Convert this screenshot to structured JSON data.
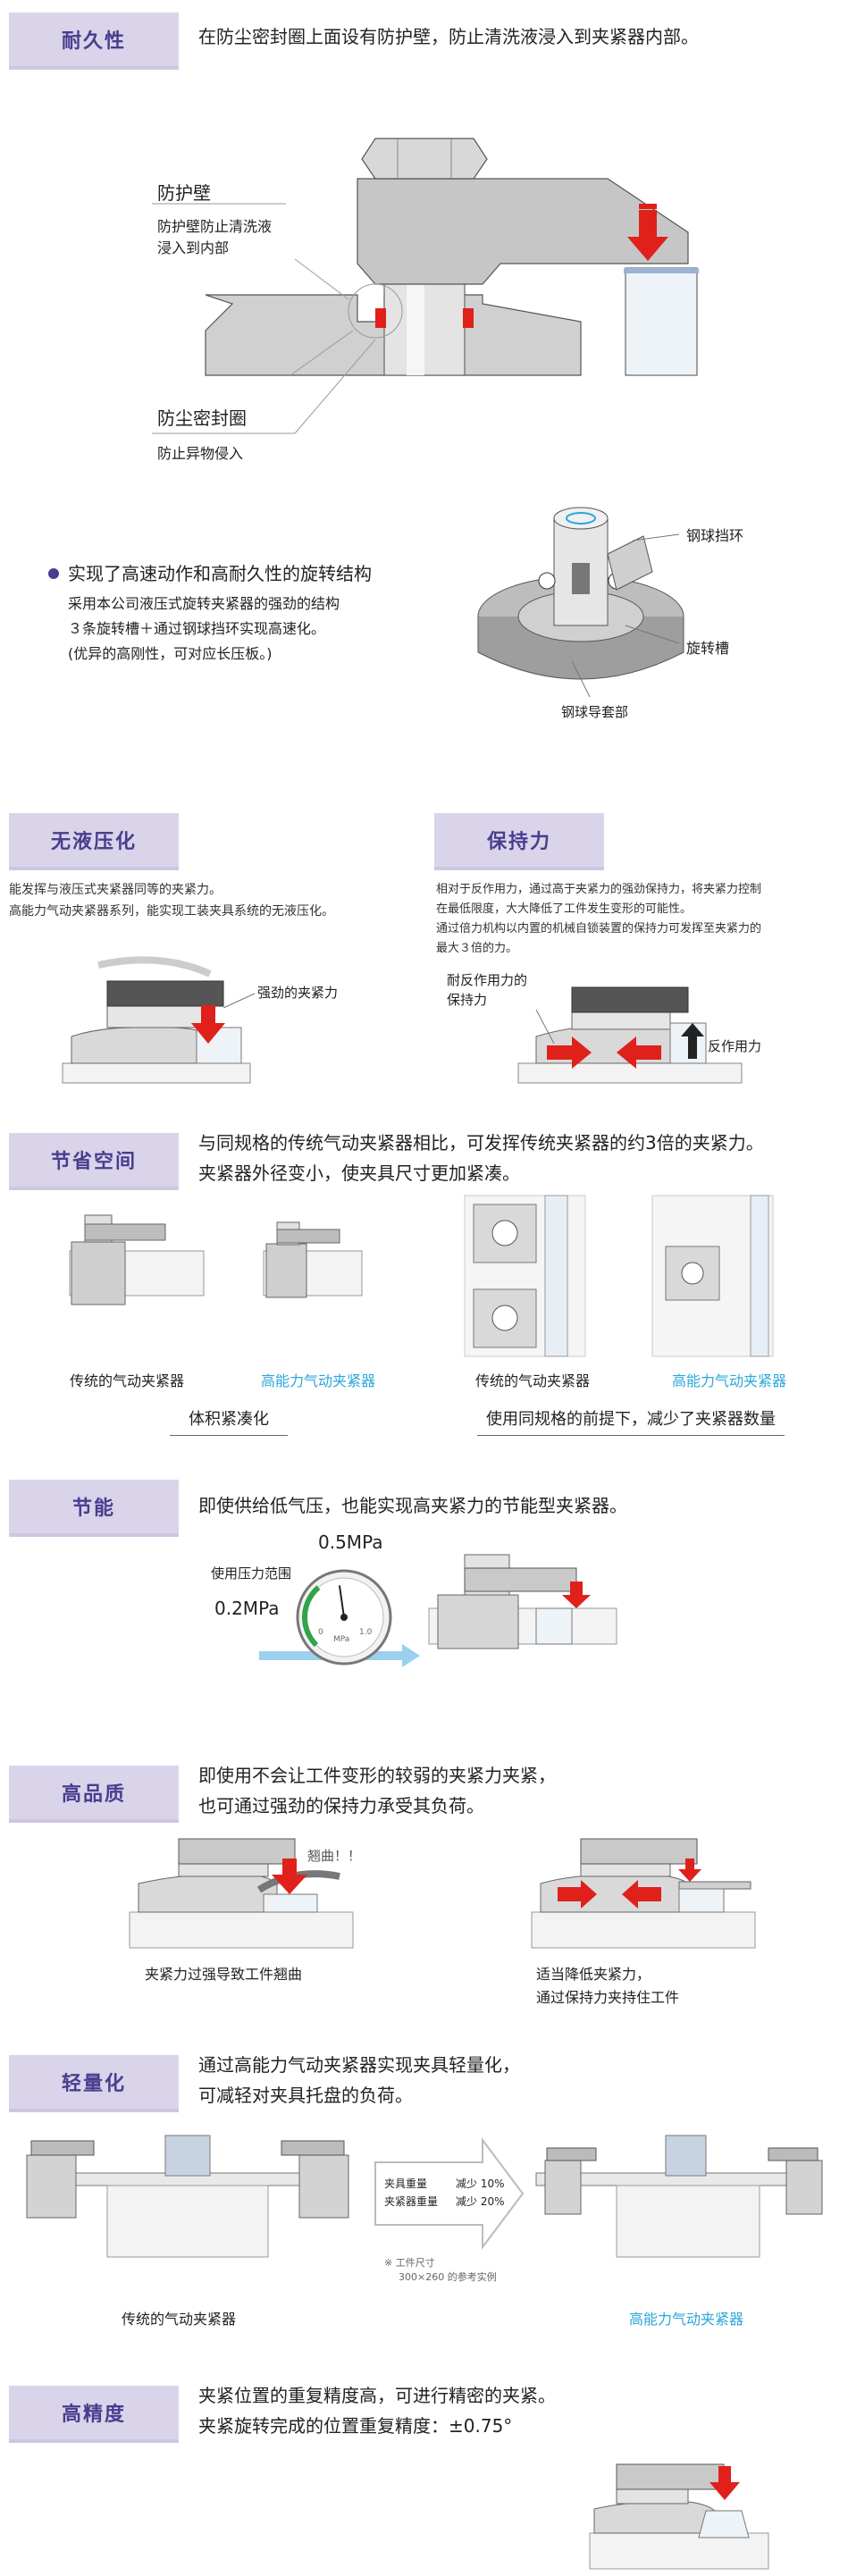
{
  "durability": {
    "tag": "耐久性",
    "desc": "在防尘密封圈上面设有防护壁，防止清洗液浸入到夹紧器内部。",
    "wall_title": "防护壁",
    "wall_desc1": "防护壁防止清洗液",
    "wall_desc2": "浸入到内部",
    "seal_title": "防尘密封圈",
    "seal_desc": "防止异物侵入"
  },
  "rotation": {
    "title": "实现了高速动作和高耐久性的旋转结构",
    "line1": "采用本公司液压式旋转夹紧器的强劲的结构",
    "line2": "３条旋转槽＋通过钢球挡环实现高速化。",
    "line3": "(优异的高刚性，可对应长压板。)",
    "label_ring": "钢球挡环",
    "label_groove": "旋转槽",
    "label_guide": "钢球导套部"
  },
  "no_hydraulic": {
    "tag": "无液压化",
    "line1": "能发挥与液压式夹紧器同等的夹紧力。",
    "line2": "高能力气动夹紧器系列，能实现工装夹具系统的无液压化。",
    "label_force": "强劲的夹紧力"
  },
  "holding": {
    "tag": "保持力",
    "line1": "相对于反作用力，通过高于夹紧力的强劲保持力，将夹紧力控制",
    "line2": "在最低限度，大大降低了工件发生变形的可能性。",
    "line3": "通过倍力机构以内置的机械自锁装置的保持力可发挥至夹紧力的",
    "line4": "最大３倍的力。",
    "label_hold1": "耐反作用力的",
    "label_hold2": "保持力",
    "label_reaction": "反作用力"
  },
  "space": {
    "tag": "节省空间",
    "line1": "与同规格的传统气动夹紧器相比，可发挥传统夹紧器的约3倍的夹紧力。",
    "line2": "夹紧器外径变小，使夹具尺寸更加紧凑。",
    "label_conv1": "传统的气动夹紧器",
    "label_high1": "高能力气动夹紧器",
    "label_conv2": "传统的气动夹紧器",
    "label_high2": "高能力气动夹紧器",
    "box1": "体积紧凑化",
    "box2": "使用同规格的前提下，减少了夹紧器数量"
  },
  "energy": {
    "tag": "节能",
    "desc": "即使供给低气压，也能实现高夹紧力的节能型夹紧器。",
    "range_label": "使用压力范围",
    "p_high": "0.5MPa",
    "p_low": "0.2MPa",
    "gauge_unit": "MPa",
    "gauge_min": "0",
    "gauge_max": "1.0",
    "gauge_fill": 0.35
  },
  "quality": {
    "tag": "高品质",
    "line1": "即使用不会让工件变形的较弱的夹紧力夹紧，",
    "line2": "也可通过强劲的保持力承受其负荷。",
    "bend": "翘曲！！",
    "cap_left": "夹紧力过强导致工件翘曲",
    "cap_right1": "适当降低夹紧力，",
    "cap_right2": "通过保持力夹持住工件"
  },
  "light": {
    "tag": "轻量化",
    "line1": "通过高能力气动夹紧器实现夹具轻量化，",
    "line2": "可减轻对夹具托盘的负荷。",
    "row1_label": "夹具重量",
    "row1_value": "减少 10%",
    "row2_label": "夹紧器重量",
    "row2_value": "减少 20%",
    "note1": "※ 工件尺寸",
    "note2": "300×260 的参考实例",
    "cap_left": "传统的气动夹紧器",
    "cap_right": "高能力气动夹紧器"
  },
  "precision": {
    "tag": "高精度",
    "line1": "夹紧位置的重复精度高，可进行精密的夹紧。",
    "line2": "夹紧旋转完成的位置重复精度：±0.75°"
  },
  "colors": {
    "tag_bg": "#d9d4ea",
    "tag_text": "#4a3d8f",
    "accent_red": "#e0201b",
    "accent_blue": "#2aa7d8"
  }
}
